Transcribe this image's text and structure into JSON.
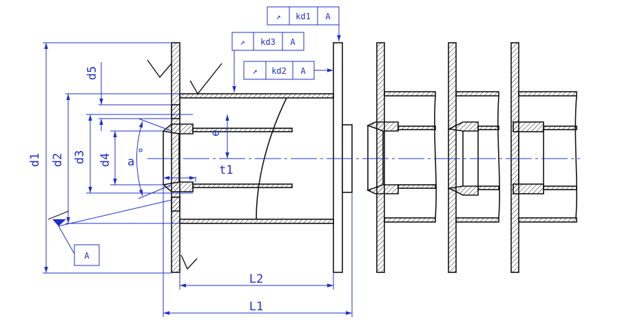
{
  "colors": {
    "dimension": "#1f2fc8",
    "outline": "#111111",
    "hatch": "#222222"
  },
  "dimensions": {
    "d1": "d1",
    "d2": "d2",
    "d3": "d3",
    "d4": "d4",
    "d5": "d5",
    "e": "e",
    "t1": "t1",
    "a": "a",
    "deg": "°",
    "L1": "L1",
    "L2": "L2"
  },
  "datum": {
    "label": "A"
  },
  "frames": {
    "kd1": {
      "symbol": "↗",
      "tolerance": "kd1",
      "datum": "A"
    },
    "kd2": {
      "symbol": "↗",
      "tolerance": "kd2",
      "datum": "A"
    },
    "kd3": {
      "symbol": "↗",
      "tolerance": "kd3",
      "datum": "A"
    }
  }
}
